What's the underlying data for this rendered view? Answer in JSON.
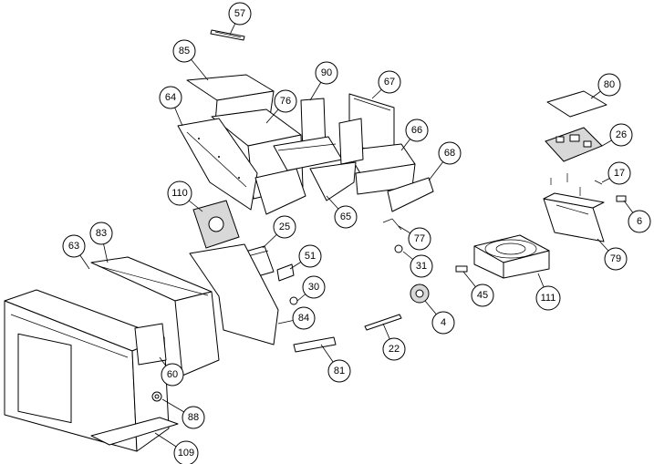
{
  "callouts": [
    {
      "label": "57"
    },
    {
      "label": "85"
    },
    {
      "label": "90"
    },
    {
      "label": "67"
    },
    {
      "label": "80"
    },
    {
      "label": "64"
    },
    {
      "label": "76"
    },
    {
      "label": "66"
    },
    {
      "label": "26"
    },
    {
      "label": "68"
    },
    {
      "label": "17"
    },
    {
      "label": "110"
    },
    {
      "label": "65"
    },
    {
      "label": "6"
    },
    {
      "label": "83"
    },
    {
      "label": "25"
    },
    {
      "label": "77"
    },
    {
      "label": "63"
    },
    {
      "label": "51"
    },
    {
      "label": "79"
    },
    {
      "label": "31"
    },
    {
      "label": "30"
    },
    {
      "label": "45"
    },
    {
      "label": "111"
    },
    {
      "label": "84"
    },
    {
      "label": "4"
    },
    {
      "label": "22"
    },
    {
      "label": "81"
    },
    {
      "label": "60"
    },
    {
      "label": "88"
    },
    {
      "label": "109"
    }
  ]
}
